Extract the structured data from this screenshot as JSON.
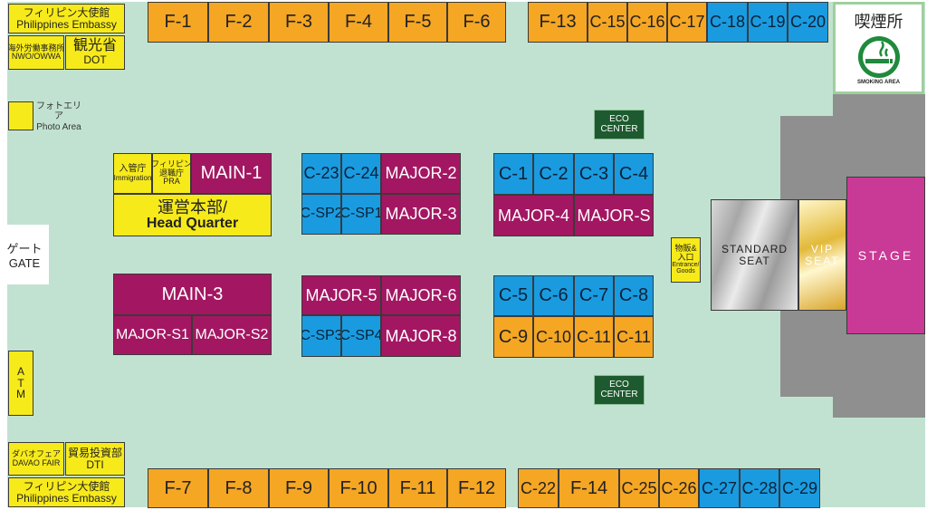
{
  "top_left": {
    "embassy_jp": "フィリピン大使館",
    "embassy_en": "Philippines Embassy",
    "nwo_jp": "海外労働事務所",
    "nwo_en": "NWO/OWWA",
    "dot_jp": "観光省",
    "dot_en": "DOT"
  },
  "photo_area": {
    "jp": "フォトエリア",
    "en": "Photo Area"
  },
  "gate": {
    "jp": "ゲート",
    "en": "GATE"
  },
  "atm": [
    "A",
    "T",
    "M"
  ],
  "bottom_left": {
    "davao_jp": "ダバオフェア",
    "davao_en": "DAVAO FAIR",
    "dti_jp": "貿易投資部",
    "dti_en": "DTI",
    "embassy_jp": "フィリピン大使館",
    "embassy_en": "Philippines Embassy"
  },
  "top_row": {
    "f_booths": [
      "F-1",
      "F-2",
      "F-3",
      "F-4",
      "F-5",
      "F-6"
    ],
    "f13": "F-13",
    "orange_c": [
      "C-15",
      "C-16",
      "C-17"
    ],
    "blue_c": [
      "C-18",
      "C-19",
      "C-20"
    ]
  },
  "bottom_row": {
    "f_booths": [
      "F-7",
      "F-8",
      "F-9",
      "F-10",
      "F-11",
      "F-12"
    ],
    "c22": "C-22",
    "f14": "F-14",
    "orange_c": [
      "C-25",
      "C-26"
    ],
    "blue_c": [
      "C-27",
      "C-28",
      "C-29"
    ]
  },
  "smoking": {
    "jp": "喫煙所",
    "en": "SMOKING AREA"
  },
  "eco_center": {
    "line1": "ECO",
    "line2": "CENTER"
  },
  "left_block": {
    "immigration_jp": "入管庁",
    "immigration_en": "Immigration",
    "pra_jp1": "フィリピン",
    "pra_jp2": "退職庁",
    "pra_en": "PRA",
    "main1": "MAIN-1",
    "hq_jp": "運営本部/",
    "hq_en": "Head Quarter"
  },
  "main3_block": {
    "main3": "MAIN-3",
    "major_s1": "MAJOR-S1",
    "major_s2": "MAJOR-S2"
  },
  "center_top": {
    "c23": "C-23",
    "c24": "C-24",
    "csp2": "C-SP2",
    "csp1": "C-SP1",
    "major2": "MAJOR-2",
    "major3": "MAJOR-3"
  },
  "center_bottom": {
    "major5": "MAJOR-5",
    "major6": "MAJOR-6",
    "csp3": "C-SP3",
    "csp4": "C-SP4",
    "major8": "MAJOR-8"
  },
  "right_top": {
    "c_booths": [
      "C-1",
      "C-2",
      "C-3",
      "C-4"
    ],
    "major4": "MAJOR-4",
    "majors": "MAJOR-S"
  },
  "right_bottom": {
    "blue_c": [
      "C-5",
      "C-6",
      "C-7",
      "C-8"
    ],
    "orange_c": [
      "C-9",
      "C-10",
      "C-11",
      "C-11"
    ]
  },
  "goods": {
    "jp1": "物販&",
    "jp2": "入口",
    "en1": "Entrance/",
    "en2": "Goods"
  },
  "seats": {
    "standard1": "STANDARD",
    "standard2": "SEAT",
    "vip1": "VIP",
    "vip2": "SEAT",
    "stage": "STAGE"
  }
}
